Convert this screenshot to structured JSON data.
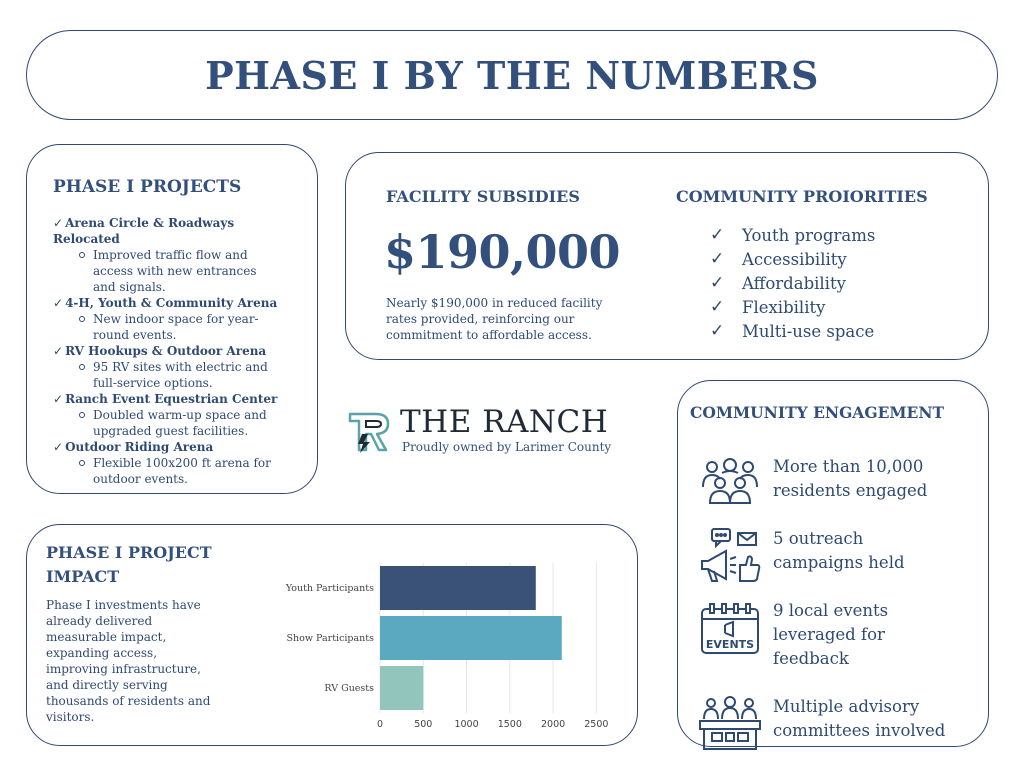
{
  "title": "PHASE I BY THE NUMBERS",
  "projects": {
    "heading": "PHASE I PROJECTS",
    "check_glyph": "✓",
    "items": [
      {
        "title_lines": [
          "Arena Circle & Roadways",
          "Relocated"
        ],
        "desc_lines": [
          "Improved traffic flow and",
          "access with new entrances",
          "and signals."
        ]
      },
      {
        "title_lines": [
          "4-H, Youth & Community Arena"
        ],
        "desc_lines": [
          "New indoor space for year-",
          "round events."
        ]
      },
      {
        "title_lines": [
          "RV Hookups & Outdoor Arena"
        ],
        "desc_lines": [
          "95 RV sites with electric and",
          "full-service options."
        ]
      },
      {
        "title_lines": [
          "Ranch Event Equestrian Center"
        ],
        "desc_lines": [
          "Doubled warm-up space and",
          "upgraded guest facilities."
        ]
      },
      {
        "title_lines": [
          "Outdoor Riding Arena"
        ],
        "desc_lines": [
          "Flexible 100x200 ft arena for",
          "outdoor events."
        ]
      }
    ]
  },
  "subsidies": {
    "heading": "FACILITY SUBSIDIES",
    "amount": "$190,000",
    "note_lines": [
      "Nearly $190,000 in reduced facility",
      "rates provided, reinforcing our",
      "commitment to affordable access."
    ]
  },
  "priorities": {
    "heading": "COMMUNITY PROIORITIES",
    "check_glyph": "✓",
    "items": [
      "Youth programs",
      "Accessibility",
      "Affordability",
      "Flexibility",
      "Multi-use space"
    ]
  },
  "logo": {
    "name": "THE RANCH",
    "tagline": "Proudly owned by Larimer County",
    "mark_colors": [
      "#5aa3a8",
      "#1f2a36"
    ]
  },
  "impact": {
    "heading_lines": [
      "PHASE I PROJECT",
      "IMPACT"
    ],
    "text_lines": [
      "Phase I investments have",
      "already delivered",
      "measurable impact,",
      "expanding access,",
      "improving infrastructure,",
      "and directly serving",
      "thousands of residents and",
      "visitors."
    ]
  },
  "chart_data": {
    "type": "bar",
    "orientation": "horizontal",
    "categories": [
      "Youth Participants",
      "Show Participants",
      "RV Guests"
    ],
    "values": [
      1800,
      2100,
      500
    ],
    "colors": [
      "#3a5178",
      "#5aa9c1",
      "#92c6bc"
    ],
    "xlim": [
      0,
      2750
    ],
    "ticks": [
      0,
      500,
      1000,
      1500,
      2000,
      2500
    ],
    "grid": true
  },
  "engagement": {
    "heading": "COMMUNITY ENGAGEMENT",
    "items": [
      {
        "icon": "group-people-icon",
        "lines": [
          "More than 10,000",
          "residents engaged"
        ]
      },
      {
        "icon": "outreach-megaphone-icon",
        "lines": [
          "5 outreach",
          "campaigns held"
        ]
      },
      {
        "icon": "events-calendar-icon",
        "icon_label": "EVENTS",
        "lines": [
          "9 local events",
          "leveraged for",
          "feedback"
        ]
      },
      {
        "icon": "advisory-committee-icon",
        "lines": [
          "Multiple advisory",
          "committees involved"
        ]
      }
    ]
  },
  "colors": {
    "navy": "#2e4a73",
    "heading": "#33507c"
  }
}
